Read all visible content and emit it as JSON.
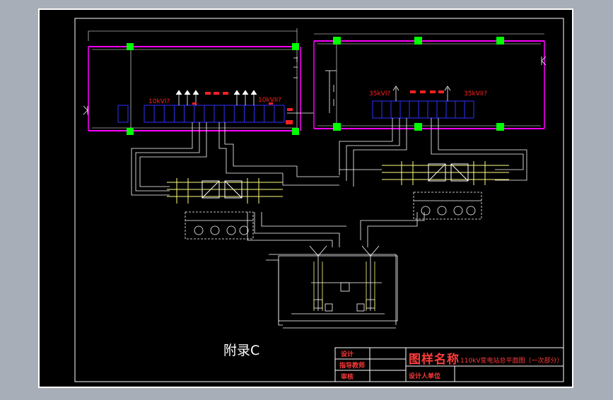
{
  "drawing": {
    "appendix_label": "附录C",
    "room_labels": {
      "left_10kv_1": "10kVI?",
      "left_10kv_2": "10kVII?",
      "right_35kv_1": "35kVI?",
      "right_35kv_2": "35kVII?"
    }
  },
  "title_block": {
    "row1_label": "设计",
    "row2_label": "指导教师",
    "row3_label": "审核",
    "title_big": "图样名称",
    "drawing_name": "110kV变电站总平面图（一次部分）",
    "school": "设计人单位"
  },
  "colors": {
    "background": "#a7aeb7",
    "sheet": "#000000",
    "wall": "#ff00ff",
    "cabinet": "#0000ff",
    "cable": "#ffffff",
    "column": "#00ff00",
    "text": "#ff2020",
    "busbar": "#ffff80"
  }
}
